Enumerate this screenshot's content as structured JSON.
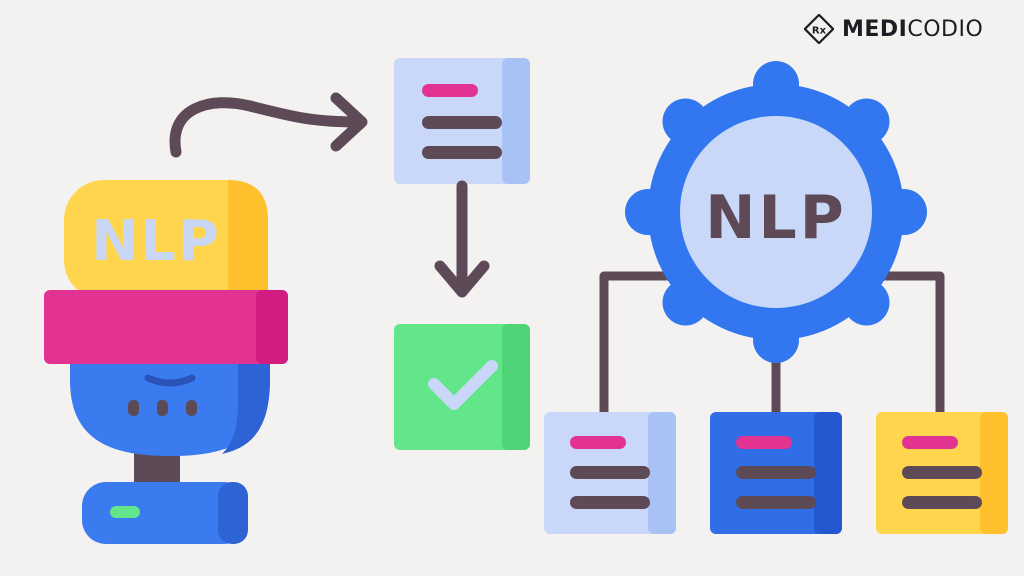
{
  "brand": {
    "name_bold": "MEDI",
    "name_light": "CODIO",
    "logo_icon": "diamond-rx-icon"
  },
  "diagram": {
    "microphone_label": "NLP",
    "gear_label": "NLP",
    "nodes": [
      "microphone",
      "transcript-document",
      "verified-check",
      "nlp-gear",
      "output-document-light",
      "output-document-blue",
      "output-document-yellow"
    ]
  },
  "colors": {
    "background": "#f4f2f0",
    "line": "#5d4a56",
    "text_dark": "#5d4a56",
    "mic_head_yellow": "#ffd54d",
    "mic_band_pink": "#e23393",
    "mic_body_blue": "#3a7bf0",
    "mic_label_light": "#c9d7f5",
    "doc_light": "#c9d8f8",
    "doc_blue": "#2f6ee6",
    "doc_yellow": "#ffd54d",
    "accent_pink": "#e23393",
    "check_green": "#63e68a",
    "check_mark": "#c9d8f8",
    "gear_blue": "#3277ef",
    "gear_inner": "#c9d8f8",
    "led_green": "#63e68a"
  }
}
